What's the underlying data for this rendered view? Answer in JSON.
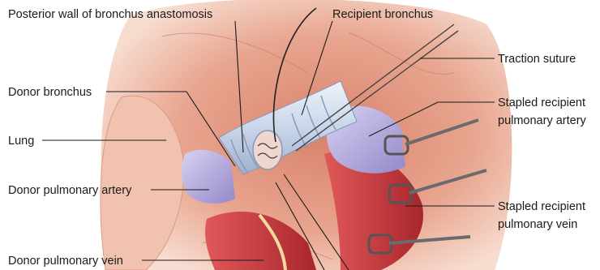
{
  "labels": {
    "posterior_wall": "Posterior wall of bronchus anastomosis",
    "recipient_bronchus": "Recipient bronchus",
    "traction_suture": "Traction suture",
    "donor_bronchus": "Donor bronchus",
    "stapled_artery_line1": "Stapled recipient",
    "stapled_artery_line2": "pulmonary artery",
    "lung": "Lung",
    "donor_artery": "Donor pulmonary artery",
    "stapled_vein_line1": "Stapled recipient",
    "stapled_vein_line2": "pulmonary vein",
    "donor_vein": "Donor pulmonary vein"
  },
  "colors": {
    "tissue": "#e8a58f",
    "tissue_dark": "#c2604d",
    "lung_pink": "#f2c2b0",
    "bronchus_ring": "#c9d6ea",
    "artery_purple": "#b7aee0",
    "vein_red": "#c8363a",
    "clamp_gray": "#6b6b6b"
  }
}
